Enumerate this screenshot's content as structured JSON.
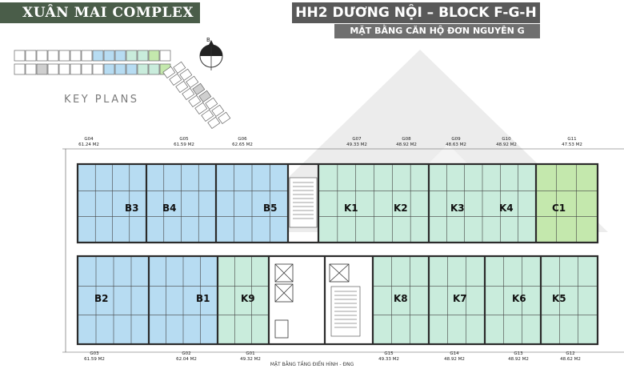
{
  "header": {
    "brand": "XUÂN MAI COMPLEX",
    "title": "HH2 DƯƠNG NỘI – BLOCK F-G-H",
    "subtitle": "MẶT BẰNG CĂN HỘ ĐƠN NGUYÊN G"
  },
  "keyplan": {
    "label": "KEY PLANS",
    "compass_letter": "B"
  },
  "caption": "MẶT BẰNG TẦNG ĐIỂN HÌNH - ĐNG",
  "colors": {
    "unit_blue": "#b7dcf2",
    "unit_green": "#c9ecdc",
    "unit_light_green": "#c4e8ad",
    "wall": "#2b2b2b",
    "header_dark": "#595959",
    "brand_bg": "#4a5d49",
    "watermark": "#ececec"
  },
  "units_top": [
    {
      "code": "G04",
      "area": "61.24 M2"
    },
    {
      "code": "G05",
      "area": "61.59 M2"
    },
    {
      "code": "G06",
      "area": "62.65 M2"
    },
    {
      "code": "G07",
      "area": "49.33 M2"
    },
    {
      "code": "G08",
      "area": "48.92 M2"
    },
    {
      "code": "G09",
      "area": "48.63 M2"
    },
    {
      "code": "G10",
      "area": "48.92 M2"
    },
    {
      "code": "G11",
      "area": "47.53 M2"
    }
  ],
  "units_bottom": [
    {
      "code": "G03",
      "area": "61.59 M2"
    },
    {
      "code": "G02",
      "area": "62.04 M2"
    },
    {
      "code": "G01",
      "area": "49.32 M2"
    },
    {
      "code": "G15",
      "area": "49.33 M2"
    },
    {
      "code": "G14",
      "area": "48.92 M2"
    },
    {
      "code": "G13",
      "area": "48.92 M2"
    },
    {
      "code": "G12",
      "area": "48.62 M2"
    }
  ],
  "apartment_types_top": [
    "B3",
    "B4",
    "B5",
    "K1",
    "K2",
    "K3",
    "K4",
    "C1"
  ],
  "apartment_types_bottom": [
    "B2",
    "B1",
    "K9",
    "K8",
    "K7",
    "K6",
    "K5"
  ]
}
